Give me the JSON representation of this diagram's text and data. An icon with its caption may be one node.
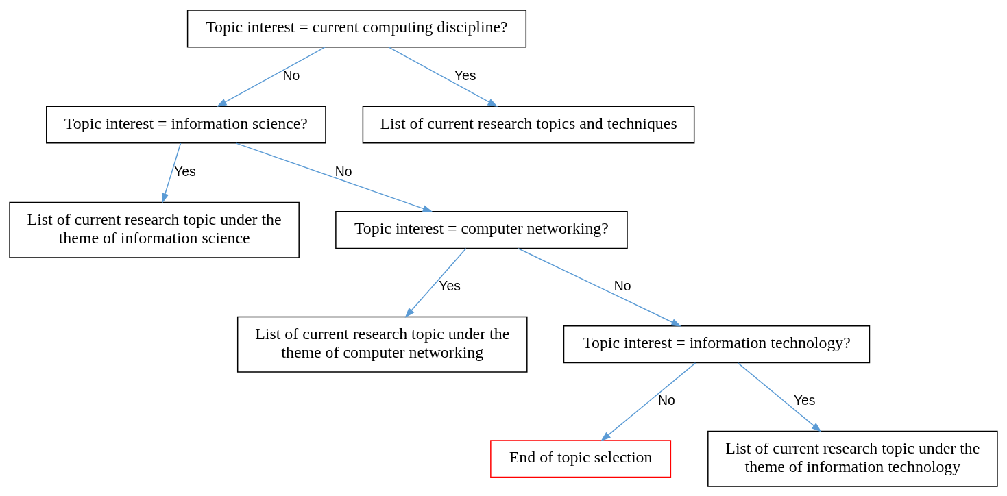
{
  "diagram": {
    "nodes": [
      {
        "text": [
          "Topic interest = current computing discipline?"
        ]
      },
      {
        "text": [
          "Topic interest = information science?"
        ]
      },
      {
        "text": [
          "List of current research topics and techniques"
        ]
      },
      {
        "text": [
          "List of current research topic under the theme of information science"
        ]
      },
      {
        "text": [
          "Topic interest = computer networking?"
        ]
      },
      {
        "text": [
          "List of current research topic under the theme of computer networking"
        ]
      },
      {
        "text": [
          "Topic interest = information technology?"
        ]
      },
      {
        "text": [
          "End of topic selection"
        ]
      },
      {
        "text": [
          "List of current research topic under the theme of information technology"
        ]
      }
    ],
    "edges": [
      {
        "from": 0,
        "to": 1,
        "arrow": "to",
        "label": "No"
      },
      {
        "from": 0,
        "to": 2,
        "arrow": "to",
        "label": "Yes"
      },
      {
        "from": 1,
        "to": 3,
        "arrow": "to",
        "label": "Yes"
      },
      {
        "from": 1,
        "to": 4,
        "arrow": "to",
        "label": "No"
      },
      {
        "from": 4,
        "to": 5,
        "arrow": "to",
        "label": "Yes"
      },
      {
        "from": 4,
        "to": 6,
        "arrow": "to",
        "label": "No"
      },
      {
        "from": 6,
        "to": 7,
        "arrow": "to",
        "label": "No"
      },
      {
        "from": 6,
        "to": 8,
        "arrow": "to",
        "label": "Yes"
      }
    ]
  }
}
